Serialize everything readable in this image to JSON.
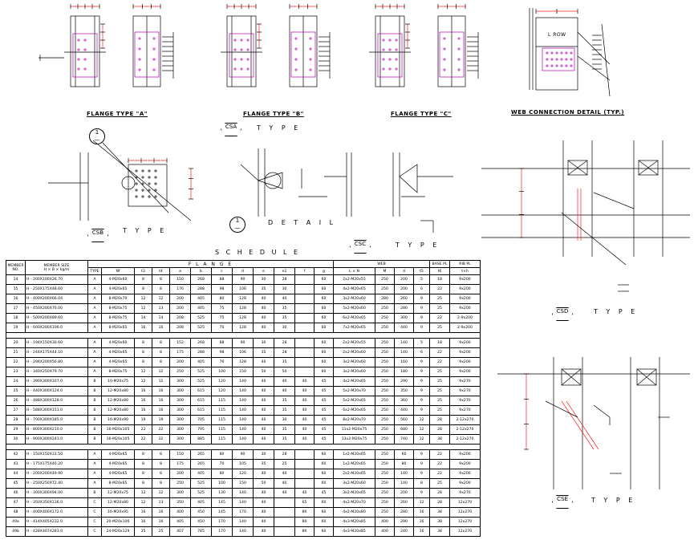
{
  "details": {
    "flange_a": "FLANGE  TYPE \"A\"",
    "flange_b": "FLANGE  TYPE \"B\"",
    "flange_c": "FLANGE  TYPE \"C\"",
    "web_conn": "WEB CONNECTION DETAIL (TYP.)",
    "type_word": "T Y P E",
    "detail_word": "D E T A I L",
    "schedule_word": "S C H E D U L E",
    "l_row": "L ROW",
    "tags": {
      "csa": "CSA",
      "csb": "CSB",
      "csc": "CSC",
      "csd": "CSD",
      "cse": "CSE",
      "one": "1",
      "dash": "—"
    }
  },
  "schedule": {
    "group_headers": {
      "flange": "F L A N G E",
      "web": "WEB",
      "base_pl": "BASE PL",
      "rib_pl": "RIB PL"
    },
    "columns": [
      "MEMBER NO.",
      "MEMBER SIZE H × B × kg/m",
      "TYPE",
      "Nf",
      "t3",
      "t4",
      "a",
      "b",
      "c",
      "d",
      "e",
      "e1",
      "f",
      "g",
      "L × N",
      "M",
      "d",
      "t5",
      "t6",
      "t×h"
    ],
    "col_head_1": "MEMBER",
    "col_head_1b": "NO.",
    "col_head_2": "MEMBER SIZE",
    "col_head_2b": "H × B × kg/m",
    "rows": [
      [
        "14",
        "H - 200X100X26.70",
        "A",
        "4-M20x60",
        "8",
        "8",
        "150",
        "268",
        "88",
        "90",
        "30",
        "28",
        "",
        "60",
        "2x2-M20x55",
        "250",
        "200",
        "5",
        "18",
        "9x200"
      ],
      [
        "15",
        "H - 250X175X48.60",
        "A",
        "4-M20x65",
        "8",
        "8",
        "176",
        "288",
        "98",
        "106",
        "35",
        "30",
        "",
        "60",
        "4x2-M20x65",
        "250",
        "200",
        "6",
        "22",
        "9x200"
      ],
      [
        "16",
        "H - 400X200X66.04",
        "A",
        "8-M20x70",
        "12",
        "12",
        "200",
        "405",
        "80",
        "128",
        "40",
        "40",
        "",
        "60",
        "3x2-M20x60",
        "280",
        "260",
        "9",
        "25",
        "9x200"
      ],
      [
        "17",
        "H - 450X200X76.00",
        "A",
        "8-M20x75",
        "12",
        "13",
        "200",
        "405",
        "75",
        "128",
        "40",
        "35",
        "",
        "60",
        "5x2-M20x60",
        "250",
        "280",
        "9",
        "25",
        "9x200"
      ],
      [
        "18",
        "H - 500X200X89.60",
        "A",
        "8-M20x75",
        "14",
        "14",
        "208",
        "525",
        "75",
        "128",
        "40",
        "35",
        "",
        "60",
        "6x2-M20x65",
        "250",
        "300",
        "9",
        "22",
        "2-9x200"
      ],
      [
        "19",
        "H - 600X200X106.0",
        "A",
        "8-M20x65",
        "16",
        "16",
        "208",
        "525",
        "70",
        "128",
        "40",
        "30",
        "",
        "60",
        "7x2-M20x65",
        "250",
        "440",
        "9",
        "25",
        "2-9x200"
      ],
      null,
      [
        "20",
        "H - 194X150X30.60",
        "A",
        "4-M20x60",
        "8",
        "8",
        "152",
        "268",
        "88",
        "90",
        "30",
        "28",
        "",
        "60",
        "2x2-M20x55",
        "250",
        "140",
        "5",
        "18",
        "9x200"
      ],
      [
        "21",
        "H - 244X175X44.10",
        "A",
        "4-M20x65",
        "8",
        "8",
        "175",
        "288",
        "98",
        "106",
        "35",
        "28",
        "",
        "60",
        "2x2-M20x60",
        "250",
        "140",
        "6",
        "22",
        "9x200"
      ],
      [
        "22",
        "H - 294X200X56.80",
        "A",
        "4-M20x65",
        "8",
        "8",
        "200",
        "405",
        "76",
        "128",
        "40",
        "35",
        "",
        "60",
        "3x2-M20x60",
        "250",
        "160",
        "9",
        "22",
        "9x200"
      ],
      [
        "23",
        "H - 340X250X79.70",
        "A",
        "8-M20x75",
        "12",
        "12",
        "250",
        "525",
        "100",
        "150",
        "50",
        "50",
        "",
        "60",
        "3x2-M20x60",
        "250",
        "180",
        "9",
        "25",
        "9x200"
      ],
      [
        "24",
        "H - 390X300X107.0",
        "B",
        "10-M20x75",
        "12",
        "12",
        "300",
        "525",
        "120",
        "140",
        "40",
        "40",
        "40",
        "45",
        "4x2-M20x65",
        "250",
        "290",
        "9",
        "25",
        "9x270"
      ],
      [
        "25",
        "H - 440X300X124.0",
        "B",
        "12-M20x80",
        "16",
        "16",
        "300",
        "615",
        "120",
        "140",
        "40",
        "40",
        "40",
        "45",
        "5x2-M20x70",
        "250",
        "350",
        "9",
        "25",
        "9x270"
      ],
      [
        "26",
        "H - 488X300X128.0",
        "B",
        "12-M20x80",
        "16",
        "16",
        "300",
        "615",
        "115",
        "140",
        "40",
        "35",
        "40",
        "45",
        "5x2-M20x65",
        "250",
        "360",
        "9",
        "25",
        "9x270"
      ],
      [
        "27",
        "H - 588X300X151.0",
        "B",
        "12-M20x80",
        "16",
        "16",
        "300",
        "615",
        "115",
        "140",
        "40",
        "35",
        "40",
        "45",
        "6x2-M20x65",
        "250",
        "440",
        "9",
        "25",
        "9x270"
      ],
      [
        "28",
        "H - 700X300X185.0",
        "B",
        "16-M20x90",
        "19",
        "19",
        "300",
        "705",
        "115",
        "140",
        "40",
        "30",
        "40",
        "45",
        "8x2-M20x70",
        "250",
        "560",
        "12",
        "28",
        "2-12x270"
      ],
      [
        "29",
        "H - 800X300X210.0",
        "B",
        "16-M20x105",
        "22",
        "22",
        "300",
        "795",
        "115",
        "140",
        "40",
        "35",
        "40",
        "45",
        "11x2-M20x75",
        "250",
        "680",
        "12",
        "28",
        "2-12x270"
      ],
      [
        "30",
        "H - 900X300X243.0",
        "B",
        "16-M20x105",
        "22",
        "22",
        "300",
        "885",
        "115",
        "140",
        "40",
        "35",
        "40",
        "45",
        "13x2-M20x75",
        "250",
        "740",
        "12",
        "38",
        "2-12x270"
      ],
      null,
      [
        "42",
        "H - 150X150X31.50",
        "A",
        "4-M20x65",
        "8",
        "8",
        "150",
        "265",
        "80",
        "90",
        "30",
        "28",
        "",
        "60",
        "1x2-M20x65",
        "250",
        "60",
        "9",
        "22",
        "9x200"
      ],
      [
        "43",
        "H - 175X175X40.20",
        "A",
        "4-M20x65",
        "8",
        "8",
        "175",
        "265",
        "70",
        "105",
        "35",
        "25",
        "",
        "60",
        "1x2-M20x65",
        "250",
        "80",
        "9",
        "22",
        "9x200"
      ],
      [
        "44",
        "H - 200X200X49.90",
        "A",
        "4-M20x65",
        "8",
        "8",
        "200",
        "405",
        "80",
        "120",
        "40",
        "40",
        "",
        "60",
        "2x2-M20x65",
        "250",
        "140",
        "9",
        "22",
        "9x200"
      ],
      [
        "45",
        "H - 250X250X72.40",
        "A",
        "8-M20x65",
        "8",
        "8",
        "250",
        "525",
        "100",
        "150",
        "50",
        "40",
        "",
        "60",
        "3x2-M20x60",
        "250",
        "140",
        "8",
        "25",
        "9x200"
      ],
      [
        "46",
        "H - 300X300X94.00",
        "B",
        "12-M20x75",
        "12",
        "12",
        "300",
        "525",
        "130",
        "140",
        "40",
        "40",
        "40",
        "45",
        "3x2-M20x65",
        "250",
        "200",
        "9",
        "28",
        "9x270"
      ],
      [
        "47",
        "H - 350X350X136.0",
        "C",
        "12-M20x80",
        "12",
        "13",
        "350",
        "405",
        "145",
        "140",
        "40",
        "",
        "65",
        "60",
        "4x2-M20x70",
        "250",
        "260",
        "12",
        "28",
        "12x270"
      ],
      [
        "48",
        "H - 400X400X172.0",
        "C",
        "16-M20x95",
        "16",
        "16",
        "400",
        "450",
        "145",
        "170",
        "40",
        "",
        "80",
        "60",
        "4x2-M20x80",
        "250",
        "280",
        "16",
        "38",
        "12x270"
      ],
      [
        "49a",
        "H - 414X405X232.0",
        "C",
        "20-M20x106",
        "16",
        "16",
        "405",
        "450",
        "170",
        "140",
        "40",
        "",
        "80",
        "60",
        "4x3-M20x85",
        "400",
        "290",
        "16",
        "38",
        "12x270"
      ],
      [
        "49b",
        "H - 428X407X283.0",
        "C",
        "24-M20x129",
        "35",
        "25",
        "407",
        "785",
        "170",
        "140",
        "40",
        "",
        "80",
        "60",
        "4x3-M20x85",
        "400",
        "240",
        "16",
        "38",
        "12x270"
      ]
    ]
  },
  "colors": {
    "accent_magenta": "#b300b3",
    "dimension_red": "#ff2020",
    "line": "#000000"
  }
}
